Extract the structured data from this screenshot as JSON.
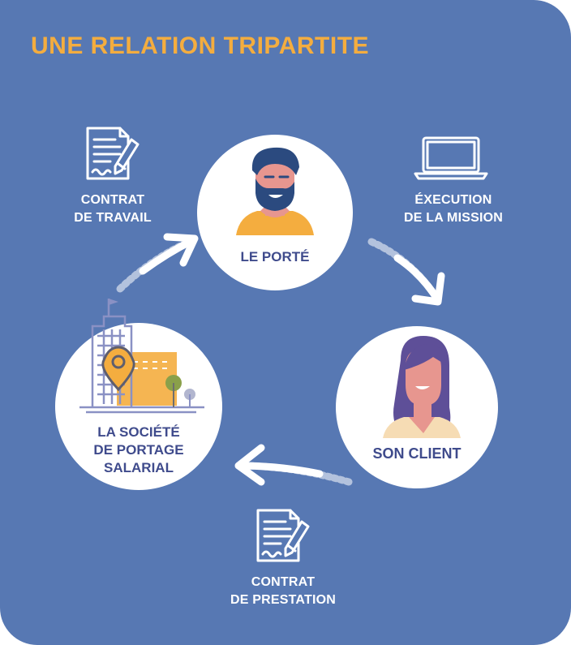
{
  "title": "UNE RELATION TRIPARTITE",
  "colors": {
    "background": "#5778b3",
    "title": "#f4ad3f",
    "node_text": "#3f4b8c",
    "caption_text": "#ffffff"
  },
  "nodes": {
    "porte": {
      "label": "LE PORTÉ",
      "icon": "bearded-man-avatar-icon"
    },
    "client": {
      "label": "SON CLIENT",
      "icon": "woman-avatar-icon"
    },
    "societe": {
      "lines": [
        "LA SOCIÉTÉ",
        "DE PORTAGE",
        "SALARIAL"
      ],
      "icon": "office-building-location-icon"
    }
  },
  "links": {
    "contrat_travail": {
      "lines": [
        "CONTRAT",
        "DE TRAVAIL"
      ],
      "icon": "signed-contract-icon"
    },
    "execution_mission": {
      "lines": [
        "ÉXECUTION",
        "DE LA MISSION"
      ],
      "icon": "laptop-icon"
    },
    "contrat_prestation": {
      "lines": [
        "CONTRAT",
        "DE PRESTATION"
      ],
      "icon": "signed-contract-icon"
    }
  }
}
